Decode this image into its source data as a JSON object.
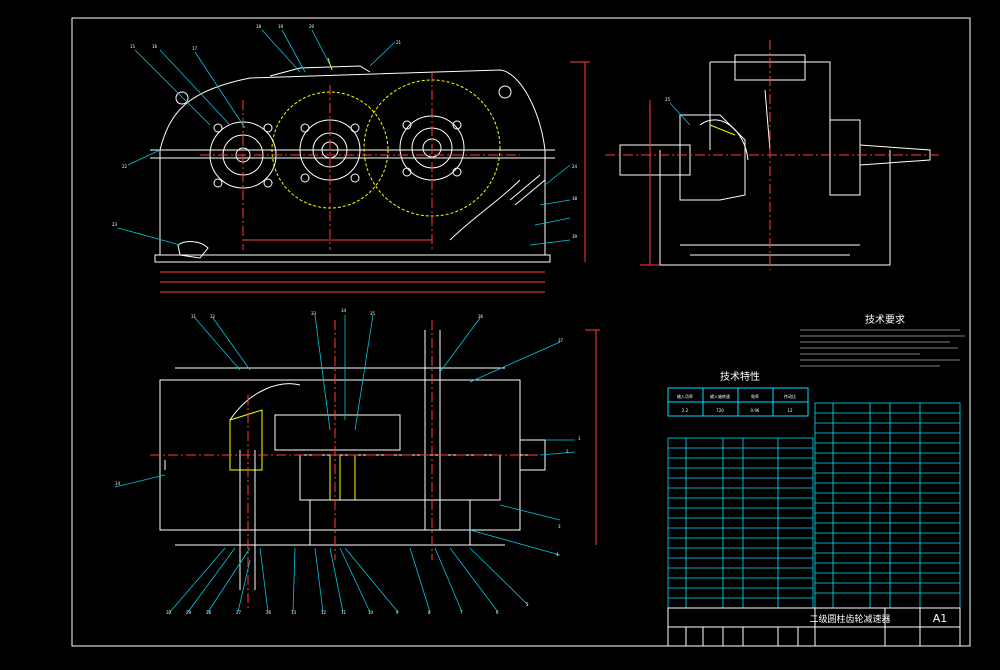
{
  "title_block": {
    "drawing_name": "二级圆柱齿轮减速器",
    "sheet_size": "A1"
  },
  "tech_requirements": {
    "heading": "技术要求",
    "lines": [
      "",
      "",
      "",
      "",
      "",
      "",
      ""
    ]
  },
  "tech_characteristics": {
    "heading": "技术特性",
    "header": [
      "输入功率",
      "输入轴转速",
      "效率",
      "传动比"
    ],
    "row": [
      "2.2",
      "720",
      "0.96",
      "12"
    ]
  },
  "part_labels": {
    "front": [
      "15",
      "16",
      "17",
      "18",
      "19",
      "20",
      "21",
      "22",
      "23",
      "24",
      "25"
    ],
    "plan": [
      "1",
      "2",
      "3",
      "4",
      "5",
      "6",
      "7",
      "8",
      "9",
      "10",
      "11",
      "12",
      "13",
      "14",
      "26",
      "27",
      "28",
      "29",
      "30",
      "31",
      "32",
      "33",
      "34",
      "35",
      "36",
      "37",
      "38",
      "39"
    ]
  },
  "colors": {
    "outline": "#ffffff",
    "centerline": "#ff3b3b",
    "dimension": "#ff3b3b",
    "hidden": "#3b7bff",
    "leader": "#00c8e0",
    "highlight": "#ffff00",
    "table_line": "#00e0ff"
  }
}
